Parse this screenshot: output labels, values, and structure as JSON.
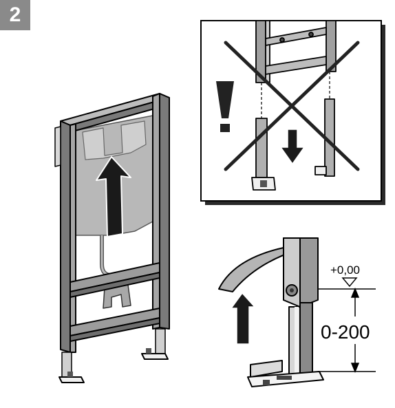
{
  "step": {
    "number": "2"
  },
  "dimensions": {
    "top_level_label": "+0,00",
    "height_range_label": "0-200"
  },
  "colors": {
    "frame_fill": "#9c9c9c",
    "frame_dark": "#6e6e6e",
    "cistern_fill": "#b8b8b8",
    "badge_fill": "#8a8a8a",
    "arrow_fill": "#1a1a1a",
    "warning_fill": "#222222"
  },
  "icons": {
    "warning": "exclamation-icon",
    "prohibited": "cross-out-icon",
    "direction_up": "arrow-up-icon",
    "direction_down": "arrow-down-icon"
  }
}
